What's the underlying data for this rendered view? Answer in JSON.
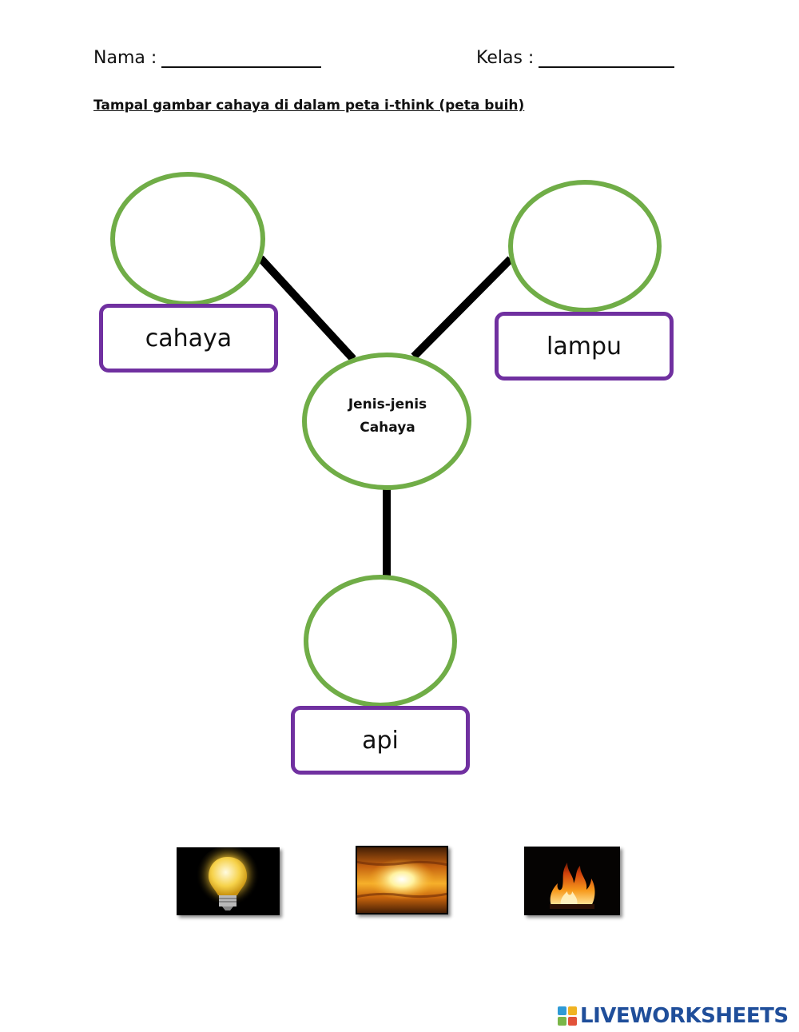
{
  "header": {
    "nama_label": "Nama :",
    "kelas_label": "Kelas :"
  },
  "instruction": "Tampal gambar cahaya di dalam peta i-think (peta buih)",
  "bubble_map": {
    "center": "Jenis-jenis Cahaya",
    "labels": [
      "cahaya",
      "lampu",
      "api"
    ]
  },
  "images": [
    {
      "icon": "light-bulb"
    },
    {
      "icon": "sun"
    },
    {
      "icon": "fire"
    }
  ],
  "colors": {
    "bubble_stroke": "#70ad47",
    "label_border": "#7030a0",
    "connector": "#000000"
  },
  "footer": {
    "logo_text": "LIVEWORKSHEETS"
  }
}
